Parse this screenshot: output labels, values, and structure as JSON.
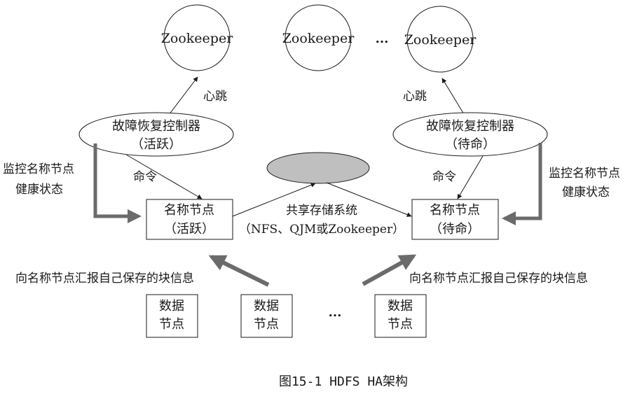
{
  "zookeepers": [
    "Zookeeper",
    "Zookeeper",
    "Zookeeper"
  ],
  "zk_ellipsis": "...",
  "heartbeat_label": "心跳",
  "failover_controllers": {
    "active": {
      "title": "故障恢复控制器",
      "state": "（活跃）"
    },
    "standby": {
      "title": "故障恢复控制器",
      "state": "（待命）"
    }
  },
  "command_label": "命令",
  "monitor_label": {
    "line1": "监控名称节点",
    "line2": "健康状态"
  },
  "name_nodes": {
    "active": {
      "title": "名称节点",
      "state": "（活跃）"
    },
    "standby": {
      "title": "名称节点",
      "state": "（待命）"
    }
  },
  "shared_storage": {
    "title": "共享存储系统",
    "subtitle": "（NFS、QJM或Zookeeper）"
  },
  "report_label": "向名称节点汇报自己保存的块信息",
  "data_nodes": [
    {
      "line1": "数据",
      "line2": "节点"
    },
    {
      "line1": "数据",
      "line2": "节点"
    },
    {
      "line1": "数据",
      "line2": "节点"
    }
  ],
  "datanode_ellipsis": "...",
  "caption": "图15-1 HDFS HA架构",
  "colors": {
    "line": "#1a1a1a",
    "thick_arrow": "#6b6b6b",
    "storage_fill": "#bfbfbf"
  }
}
